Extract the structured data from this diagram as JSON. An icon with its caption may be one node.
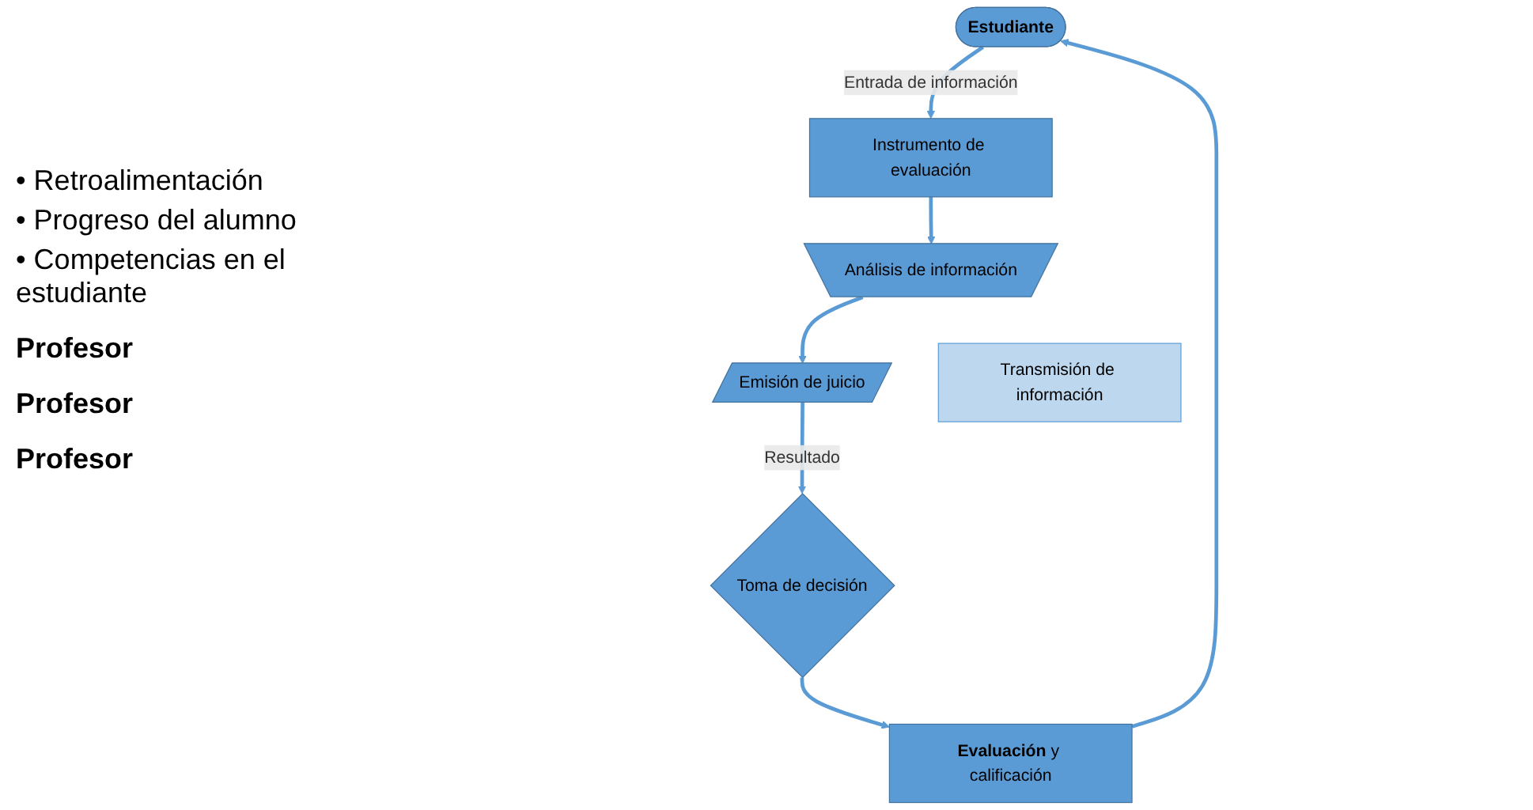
{
  "diagram": {
    "nodes": [
      {
        "text": [
          "Estudiante"
        ]
      },
      {
        "text": [
          "Instrumento de evaluación"
        ]
      },
      {
        "text": [
          "Análisis de información"
        ]
      },
      {
        "text": [
          "Emisión de juicio"
        ]
      },
      {
        "text": [
          "Toma de decisión"
        ]
      },
      {
        "text": [
          "**Evaluación** y calificación"
        ]
      },
      {
        "text": [
          "Transmisión de información"
        ]
      }
    ],
    "edges": [
      {
        "from": 0,
        "to": 1,
        "arrow": "to",
        "label": "Entrada de información"
      },
      {
        "from": 1,
        "to": 2,
        "arrow": "to"
      },
      {
        "from": 2,
        "to": 3,
        "arrow": "to"
      },
      {
        "from": 3,
        "to": 4,
        "arrow": "to",
        "label": "Resultado"
      },
      {
        "from": 4,
        "to": 5,
        "arrow": "to"
      },
      {
        "from": 5,
        "to": 0,
        "arrow": "to"
      }
    ],
    "labels": [
      "• Retroalimentación",
      "• Progreso del alumno",
      "• Competencias en el estudiante",
      "Profesor",
      "Profesor",
      "Profesor"
    ]
  }
}
